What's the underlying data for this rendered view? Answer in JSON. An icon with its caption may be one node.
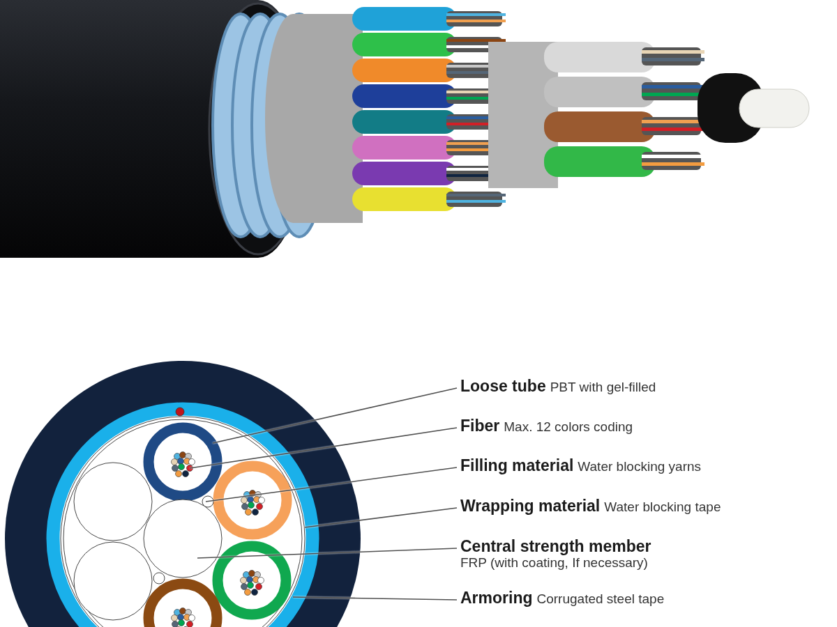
{
  "diagram": {
    "nodes": [
      {
        "text": [
          "Loose tube",
          "PBT with gel-filled"
        ]
      },
      {
        "text": [
          "Fiber",
          "Max. 12 colors coding"
        ]
      },
      {
        "text": [
          "Filling material",
          "Water blocking yarns"
        ]
      },
      {
        "text": [
          "Wrapping material",
          "Water blocking tape"
        ]
      },
      {
        "text": [
          "Central strength member",
          "FRP (with coating, If necessary)"
        ]
      },
      {
        "text": [
          "Armoring",
          "Corrugated steel tape"
        ]
      },
      {
        "text": [],
        "shape": "circle",
        "in": 9
      },
      {
        "text": [],
        "shape": "circle",
        "in": 6
      },
      {
        "text": [],
        "shape": "circle",
        "in": 9
      },
      {
        "text": [],
        "shape": "circle"
      },
      {
        "text": [],
        "shape": "circle",
        "in": 9
      },
      {
        "text": [],
        "shape": "circle"
      },
      {
        "text": [],
        "shape": "circle",
        "in": 9
      },
      {
        "text": [],
        "shape": "circle",
        "in": 9
      }
    ],
    "edges": [
      {
        "from": 0,
        "to": 6,
        "arrow": "none"
      },
      {
        "from": 1,
        "to": 7,
        "arrow": "none"
      },
      {
        "from": 2,
        "to": 8,
        "arrow": "none"
      },
      {
        "from": 3,
        "to": 9,
        "arrow": "none"
      },
      {
        "from": 4,
        "to": 10,
        "arrow": "none"
      },
      {
        "from": 5,
        "to": 11,
        "arrow": "none"
      }
    ]
  }
}
